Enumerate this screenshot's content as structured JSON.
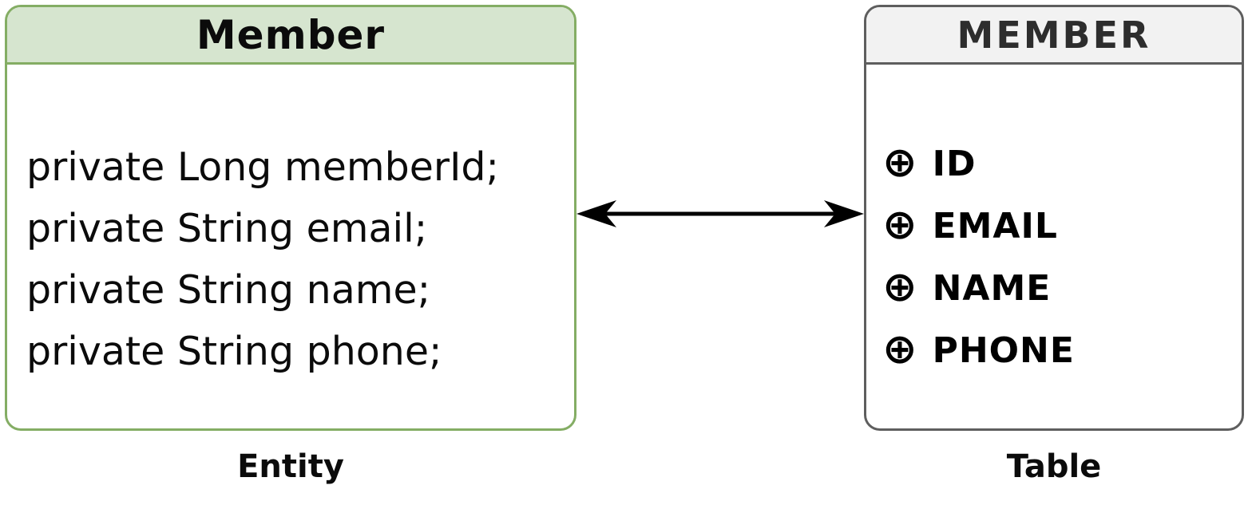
{
  "diagram": {
    "entity": {
      "title": "Member",
      "fields": [
        "private Long memberId;",
        "private String email;",
        "private String name;",
        "private String phone;"
      ],
      "caption": "Entity",
      "header_bg": "#d6e5cf",
      "border_color": "#84ad64"
    },
    "table": {
      "title": "MEMBER",
      "column_icon": "⊕",
      "columns": [
        "ID",
        "EMAIL",
        "NAME",
        "PHONE"
      ],
      "caption": "Table",
      "header_bg": "#f2f2f2",
      "border_color": "#5e5e5e"
    },
    "arrow": {
      "type": "double-headed",
      "color": "#000000"
    }
  }
}
